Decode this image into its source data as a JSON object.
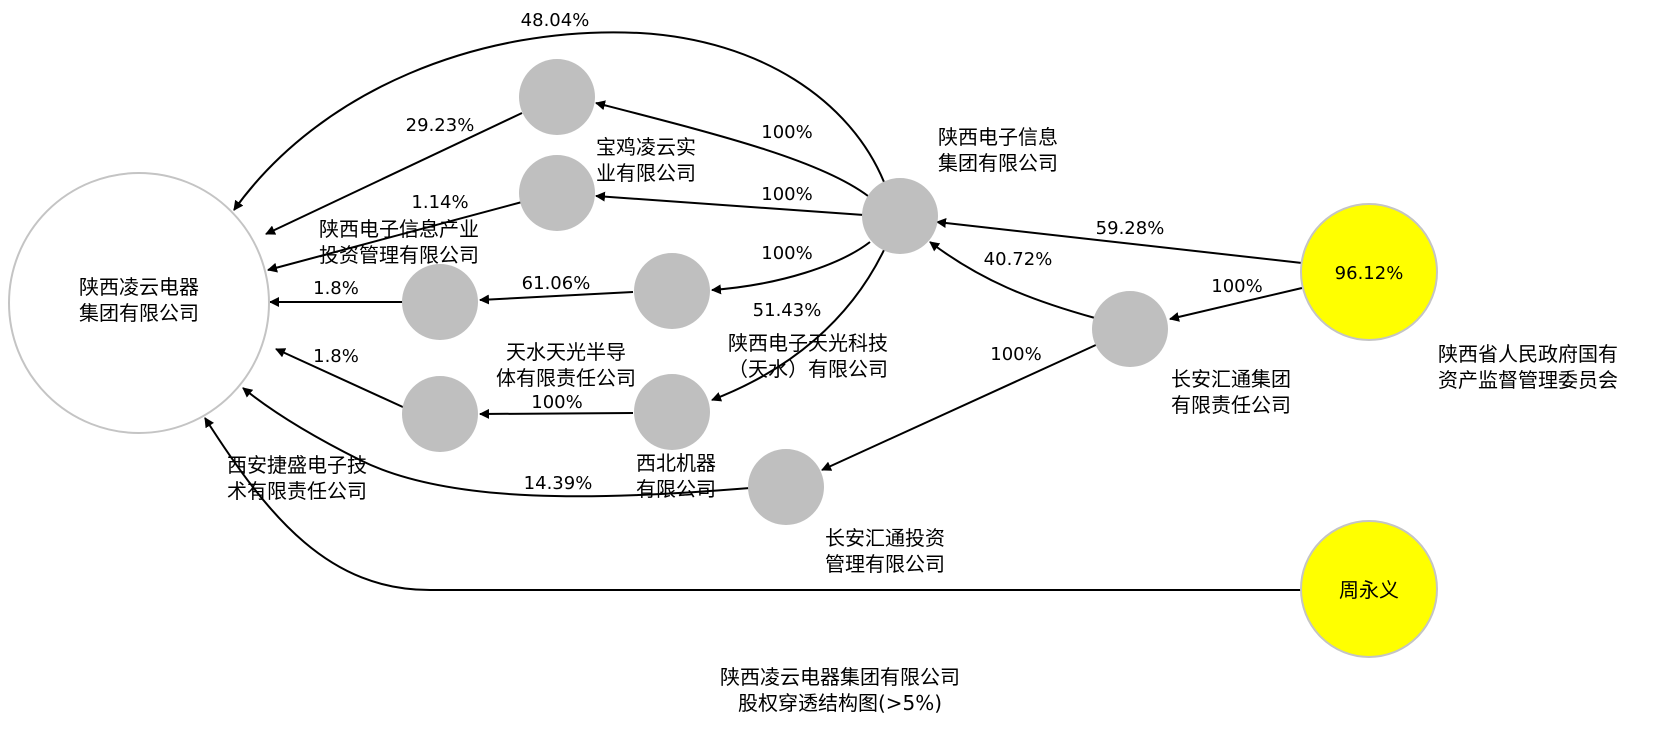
{
  "title": {
    "line1": "陕西凌云电器集团有限公司",
    "line2": "股权穿透结构图(>5%)"
  },
  "colors": {
    "intermediate_fill": "#bfbfbf",
    "root_fill": "#ffffff",
    "ultimate_fill": "#ffff00",
    "node_border": "#c4c4c4",
    "edge": "#000000"
  },
  "nodes": [
    {
      "id": "root",
      "kind": "target",
      "label": [
        "陕西凌云电器",
        "集团有限公司"
      ]
    },
    {
      "id": "baoji",
      "kind": "intermediate",
      "label": [
        "宝鸡凌云实",
        "业有限公司"
      ]
    },
    {
      "id": "sxdzxx_invest",
      "kind": "intermediate",
      "label": [
        "陕西电子信息产业",
        "投资管理有限公司"
      ]
    },
    {
      "id": "tianshui_semi",
      "kind": "intermediate",
      "label": [
        "天水天光半导",
        "体有限责任公司"
      ]
    },
    {
      "id": "xian_jiesheng",
      "kind": "intermediate",
      "label": [
        "西安捷盛电子技",
        "术有限责任公司"
      ]
    },
    {
      "id": "tianguang",
      "kind": "intermediate",
      "label": [
        "陕西电子天光科技",
        "（天水）有限公司"
      ]
    },
    {
      "id": "xibei",
      "kind": "intermediate",
      "label": [
        "西北机器",
        "有限公司"
      ]
    },
    {
      "id": "sxdzxx_group",
      "kind": "intermediate",
      "label": [
        "陕西电子信息",
        "集团有限公司"
      ]
    },
    {
      "id": "changan_group",
      "kind": "intermediate",
      "label": [
        "长安汇通集团",
        "有限责任公司"
      ]
    },
    {
      "id": "changan_invest",
      "kind": "intermediate",
      "label": [
        "长安汇通投资",
        "管理有限公司"
      ]
    },
    {
      "id": "sasac",
      "kind": "ultimate",
      "inner": "96.12%",
      "label": [
        "陕西省人民政府国有",
        "资产监督管理委员会"
      ]
    },
    {
      "id": "zhou",
      "kind": "ultimate",
      "inner": "周永义",
      "label": []
    }
  ],
  "edges": [
    {
      "from": "sxdzxx_group",
      "to": "root",
      "pct": "48.04%"
    },
    {
      "from": "baoji",
      "to": "root",
      "pct": "29.23%"
    },
    {
      "from": "sxdzxx_invest",
      "to": "root",
      "pct": "1.14%"
    },
    {
      "from": "tianshui_semi",
      "to": "root",
      "pct": "1.8%"
    },
    {
      "from": "xian_jiesheng",
      "to": "root",
      "pct": "1.8%"
    },
    {
      "from": "changan_invest",
      "to": "root",
      "pct": "14.39%"
    },
    {
      "from": "zhou",
      "to": "root",
      "pct": ""
    },
    {
      "from": "sxdzxx_group",
      "to": "baoji",
      "pct": "100%"
    },
    {
      "from": "sxdzxx_group",
      "to": "sxdzxx_invest",
      "pct": "100%"
    },
    {
      "from": "sxdzxx_group",
      "to": "tianguang",
      "pct": "100%"
    },
    {
      "from": "tianguang",
      "to": "tianshui_semi",
      "pct": "61.06%"
    },
    {
      "from": "sxdzxx_group",
      "to": "xibei",
      "pct": "51.43%"
    },
    {
      "from": "xibei",
      "to": "xian_jiesheng",
      "pct": "100%"
    },
    {
      "from": "sasac",
      "to": "sxdzxx_group",
      "pct": "59.28%"
    },
    {
      "from": "changan_group",
      "to": "sxdzxx_group",
      "pct": "40.72%"
    },
    {
      "from": "sasac",
      "to": "changan_group",
      "pct": "100%"
    },
    {
      "from": "changan_group",
      "to": "changan_invest",
      "pct": "100%"
    }
  ]
}
